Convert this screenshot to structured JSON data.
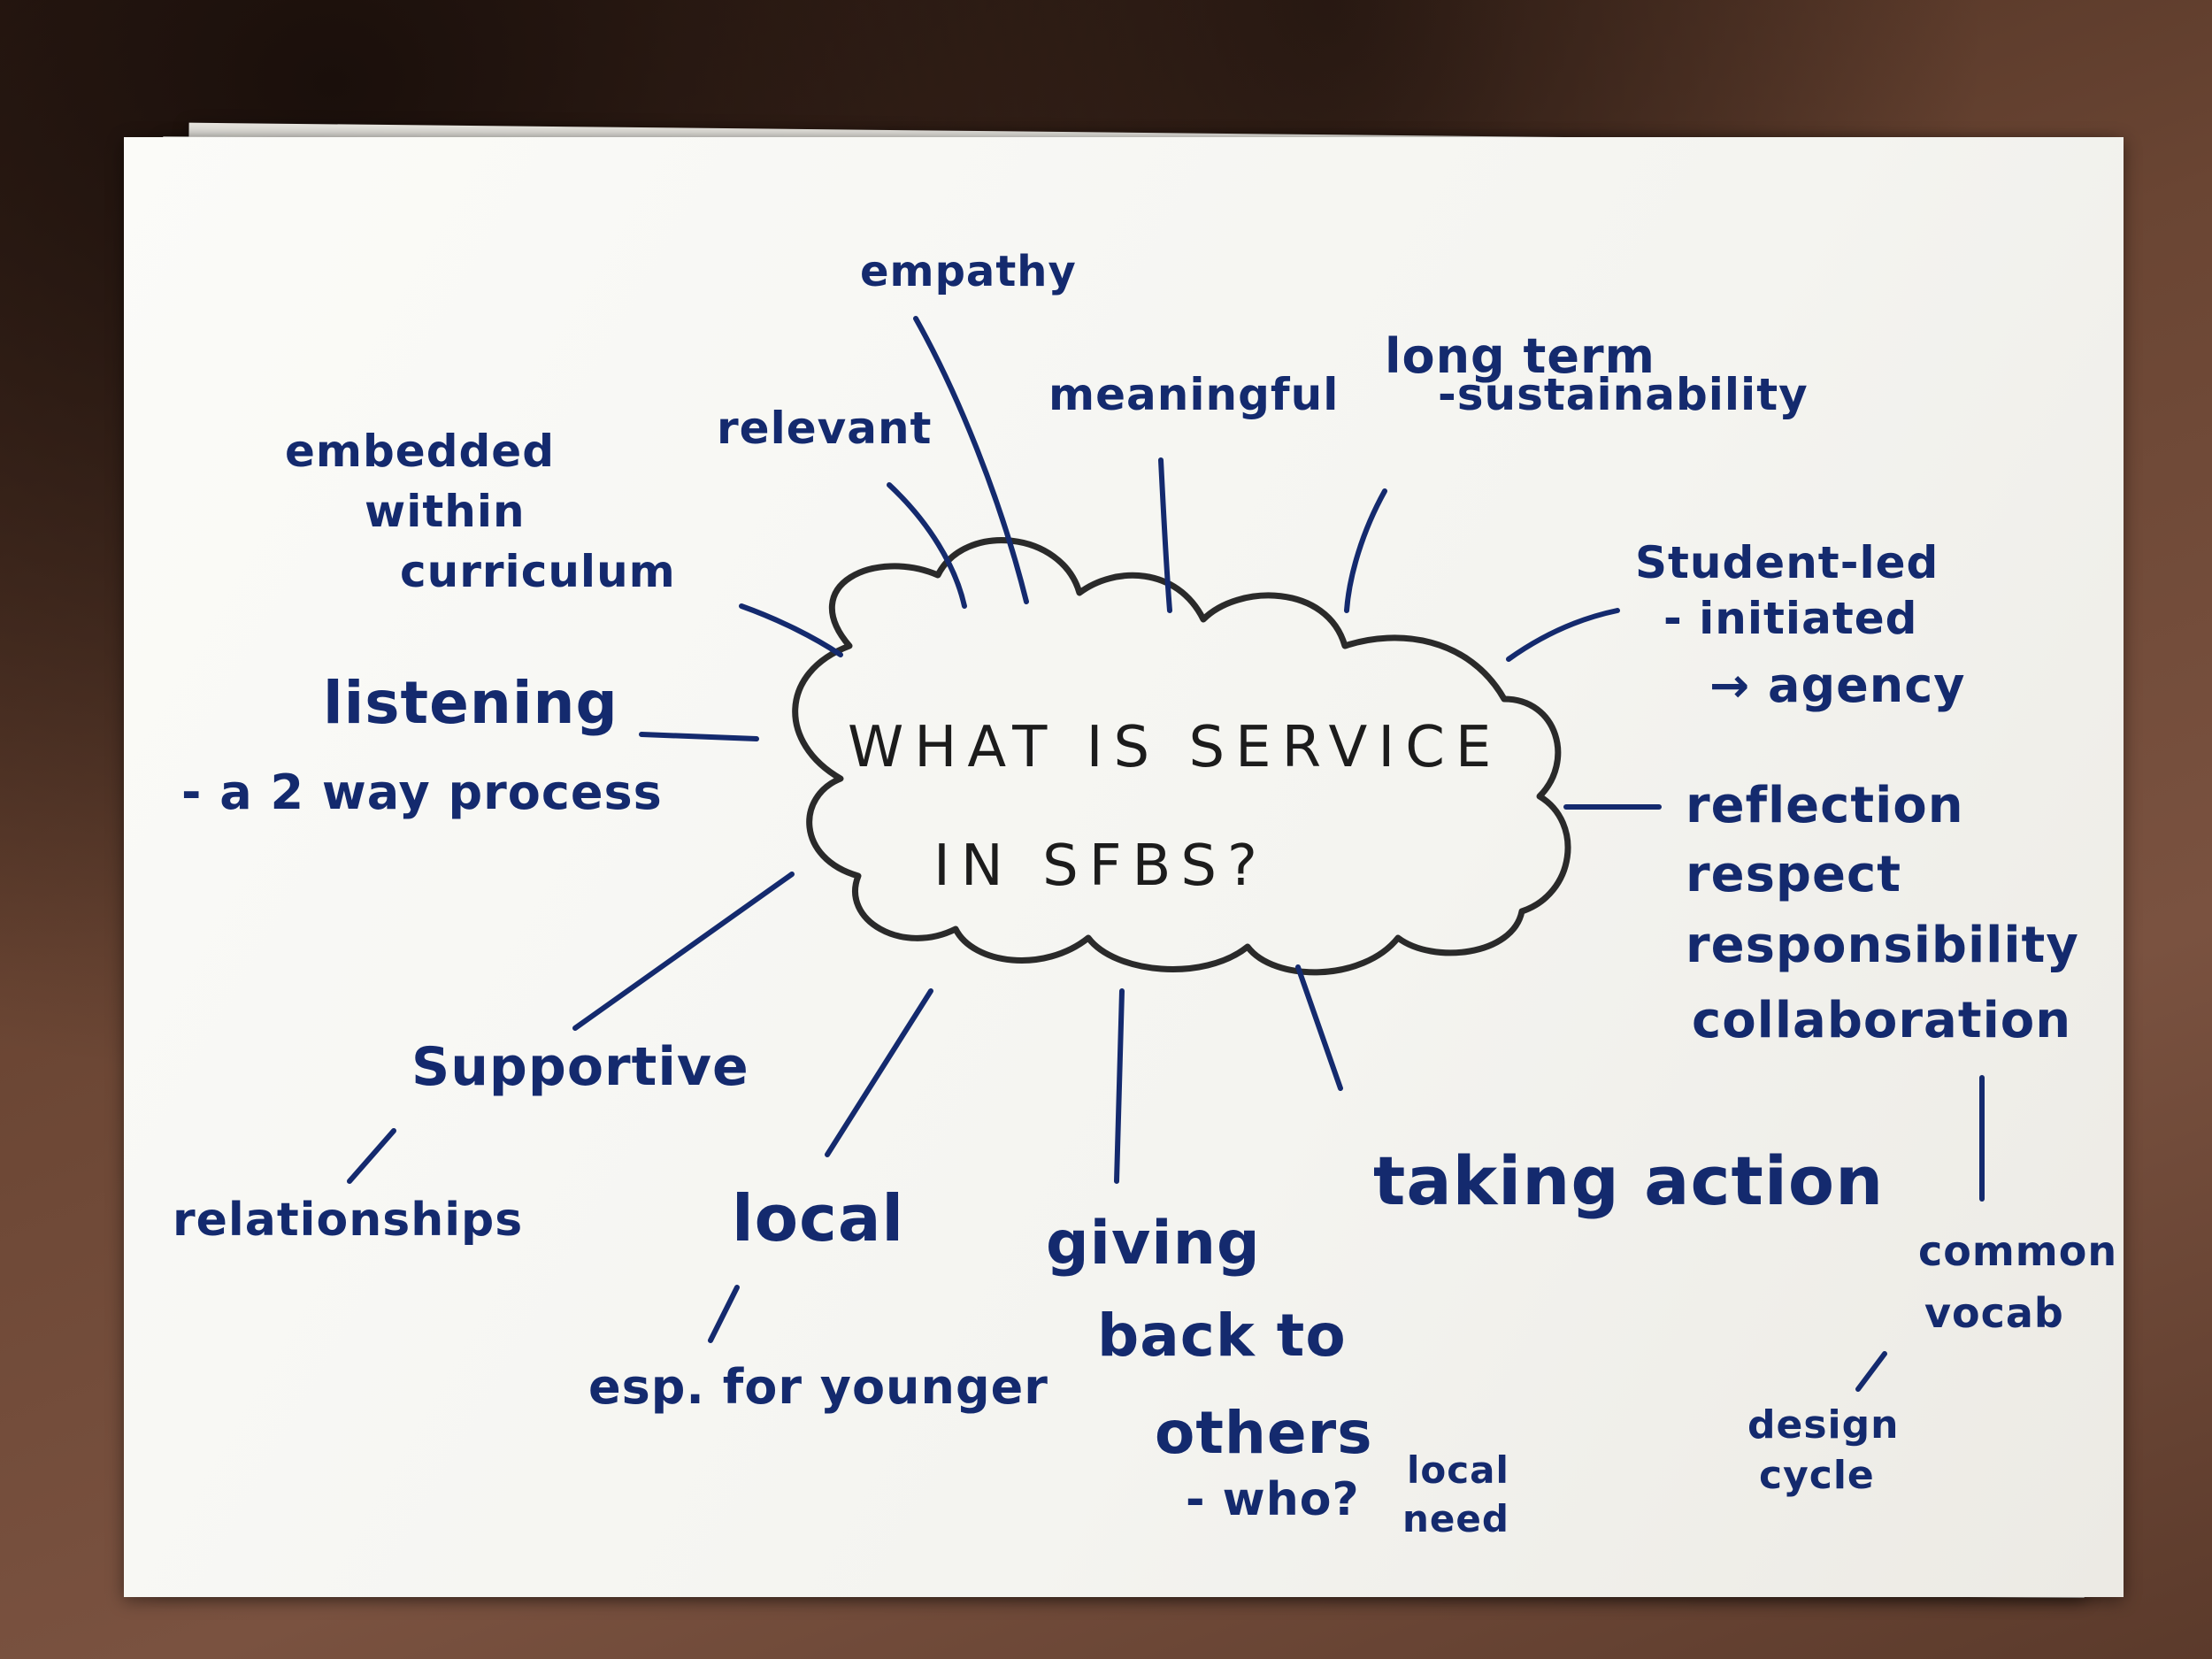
{
  "center": {
    "line1": "WHAT IS SERVICE",
    "line2": "IN SFBS?"
  },
  "nodes": {
    "empathy": "empathy",
    "relevant": "relevant",
    "meaningful": "meaningful",
    "long_term_1": "long term",
    "long_term_2": "-sustainability",
    "embedded_1": "embedded",
    "embedded_2": "within",
    "embedded_3": "curriculum",
    "student_1": "Student-led",
    "student_2": "- initiated",
    "student_3": "→ agency",
    "listening_1": "listening",
    "listening_2": "- a 2 way process",
    "reflection_1": "reflection",
    "reflection_2": "respect",
    "reflection_3": "responsibility",
    "reflection_4": "collaboration",
    "supportive": "Supportive",
    "relationships": "relationships",
    "local": "local",
    "esp_younger": "esp. for younger",
    "giving_1": "giving",
    "giving_2": "back to",
    "giving_3": "others",
    "who": "- who?",
    "local_need_1": "local",
    "local_need_2": "need",
    "taking_action": "taking action",
    "common_1": "common",
    "common_2": "vocab",
    "design_1": "design",
    "design_2": "cycle"
  },
  "colors": {
    "ink": "#142a6e",
    "center_ink": "#1c1c1c",
    "paper": "#f6f5f1"
  }
}
